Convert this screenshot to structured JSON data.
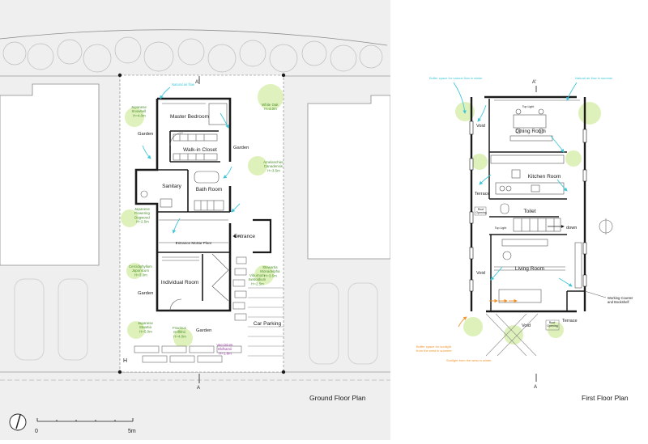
{
  "colors": {
    "left_bg": "#efefef",
    "wall": "#1b1b1b",
    "line": "#777777",
    "wind": "#3fc7d8",
    "sun": "#f0952f",
    "tree": "#d9efb0",
    "green_label": "#4a8f2a",
    "purple_label": "#9b3aa5",
    "car": "#d3d3d3"
  },
  "ground": {
    "title": "Ground Floor Plan",
    "rooms": {
      "master_bedroom": "Master Bedroom",
      "walk_in_closet": "Walk-in Closet",
      "sanitary": "Sanitary",
      "bath_room": "Bath Room",
      "entrance_floor": "Entrance Mortar Floor",
      "entrance": "Entrance",
      "individual_room": "Individual Room",
      "car_parking": "Car Parking",
      "garden_1": "Garden",
      "garden_2": "Garden",
      "garden_3": "Garden",
      "garden_4": "Garden"
    },
    "plants": {
      "snowbell": [
        "Japanese",
        "Snowbell",
        "H=4.0m"
      ],
      "flowering_dogwood": [
        "Japanese",
        "Flowering",
        "Dogwood",
        "H=2.5m"
      ],
      "cercidiphyllum": [
        "Cercidiphyllum",
        "Japonicum",
        "H=3.0m"
      ],
      "stuartia": [
        "Japanese",
        "Stuartia",
        "H=5.0m"
      ],
      "fraxinus": [
        "Fraxinus",
        "Griffithii",
        "H=4.0m"
      ],
      "white_oak": [
        "White Oak",
        "H=4.0m"
      ],
      "amelanchier": [
        "Amelanchier",
        "Canadensis",
        "H=3.5m"
      ],
      "stewartia": [
        "Stewartia",
        "Monadelpha",
        "H=3.5m"
      ],
      "viburnum": [
        "Viburnum",
        "Sieboldium",
        "H=2.5m"
      ],
      "vaccinium": [
        "Vaccinium",
        "Oldhamii",
        "H=1.8m"
      ]
    },
    "annotations": {
      "wind_top": "Natural air flow"
    },
    "section_top": "A'",
    "section_bottom": "A",
    "section_side": "H"
  },
  "first": {
    "title": "First Floor Plan",
    "rooms": {
      "dining_room": "Dining Room",
      "kitchen_room": "Kitchen Room",
      "terrace_1": "Terrace",
      "toilet": "Toilet",
      "down": "down",
      "living_room": "Living Room",
      "void_1": "Void",
      "void_2": "Void",
      "void_3": "Void",
      "terrace_2": "Terrace"
    },
    "small_labels": {
      "top_light_1": "Top Light",
      "top_light_2": "Top Light",
      "roof_opening_1": [
        "Roof",
        "Opening"
      ],
      "roof_opening_2": [
        "Roof",
        "Opening"
      ]
    },
    "annotations": {
      "buffer_winter": [
        "Buffer space for natural flow in winter"
      ],
      "air_summer": [
        "Natural air flow in summer"
      ],
      "buffer_summer": [
        "Buffer space for sunlight",
        "from the west in summer"
      ],
      "sunlight_winter": [
        "Sunlight from the west in winter"
      ],
      "working_counter": [
        "Working Counter",
        "and Bookshelf"
      ]
    },
    "section_top": "A'",
    "section_bottom": "A"
  },
  "scale": {
    "zero": "0",
    "five": "5m"
  }
}
